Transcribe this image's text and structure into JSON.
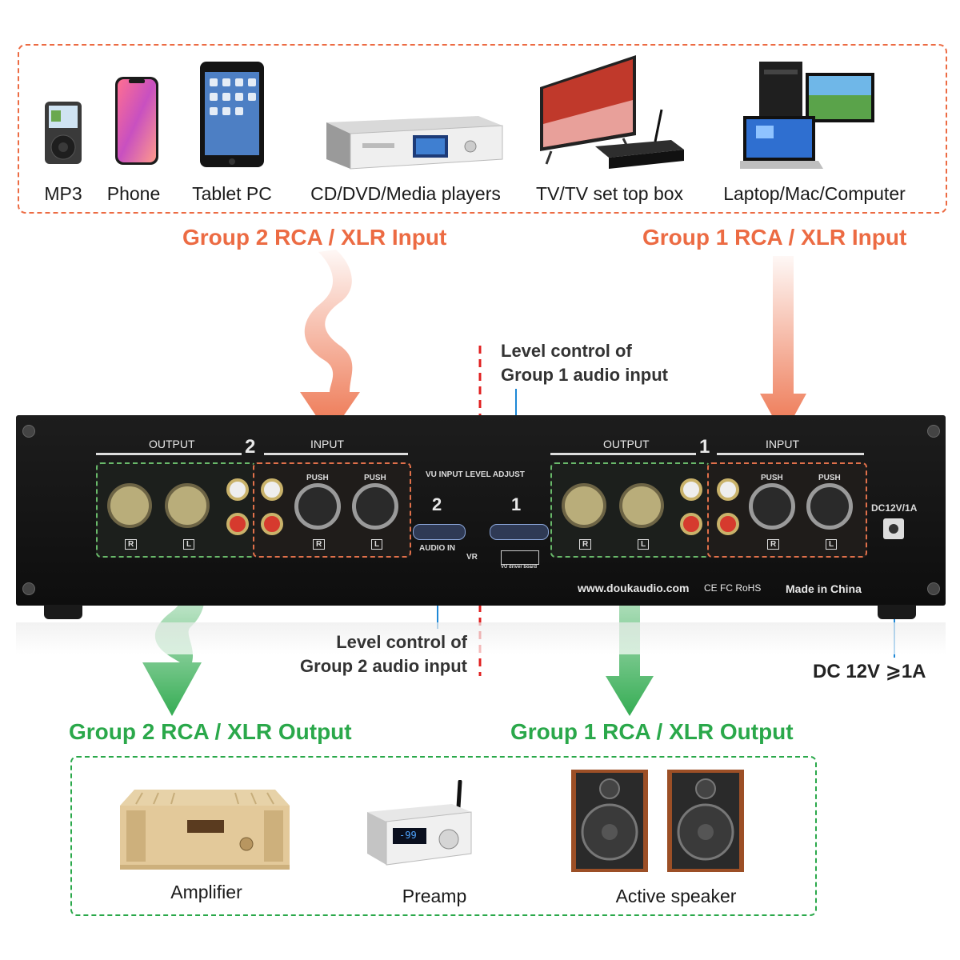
{
  "input_devices": [
    {
      "label": "MP3",
      "icon": "mp3-player-icon"
    },
    {
      "label": "Phone",
      "icon": "phone-icon"
    },
    {
      "label": "Tablet PC",
      "icon": "tablet-icon"
    },
    {
      "label": "CD/DVD/Media players",
      "icon": "media-player-icon"
    },
    {
      "label": "TV/TV set top box",
      "icon": "tv-icon"
    },
    {
      "label": "Laptop/Mac/Computer",
      "icon": "computer-icon"
    }
  ],
  "flows": {
    "group2_input": "Group 2 RCA / XLR Input",
    "group1_input": "Group 1 RCA / XLR Input",
    "group2_output": "Group 2 RCA / XLR Output",
    "group1_output": "Group 1 RCA / XLR Output"
  },
  "annotations": {
    "level1_line1": "Level control of",
    "level1_line2": "Group 1 audio input",
    "level2_line1": "Level control of",
    "level2_line2": "Group 2 audio input",
    "dc": "DC 12V ⩾1A"
  },
  "panel": {
    "output": "OUTPUT",
    "input": "INPUT",
    "group2_num": "2",
    "group1_num": "1",
    "vu_title": "VU INPUT LEVEL ADJUST",
    "audio_in": "AUDIO IN",
    "vr": "VR",
    "vu_driver": "VU driver board",
    "dc_label": "DC12V/1A",
    "url": "www.doukaudio.com",
    "cert": "CE FC RoHS",
    "made_in": "Made in China",
    "r": "R",
    "l": "L",
    "push": "PUSH"
  },
  "output_devices": [
    {
      "label": "Amplifier",
      "icon": "amplifier-icon"
    },
    {
      "label": "Preamp",
      "icon": "preamp-icon"
    },
    {
      "label": "Active speaker",
      "icon": "speaker-icon"
    }
  ],
  "preamp_display": "-99",
  "colors": {
    "input_arrow": "#ec6b43",
    "output_arrow": "#2aa84a",
    "level_pointer": "#1e88d6",
    "divider": "#e02020",
    "panel": "#141414"
  }
}
